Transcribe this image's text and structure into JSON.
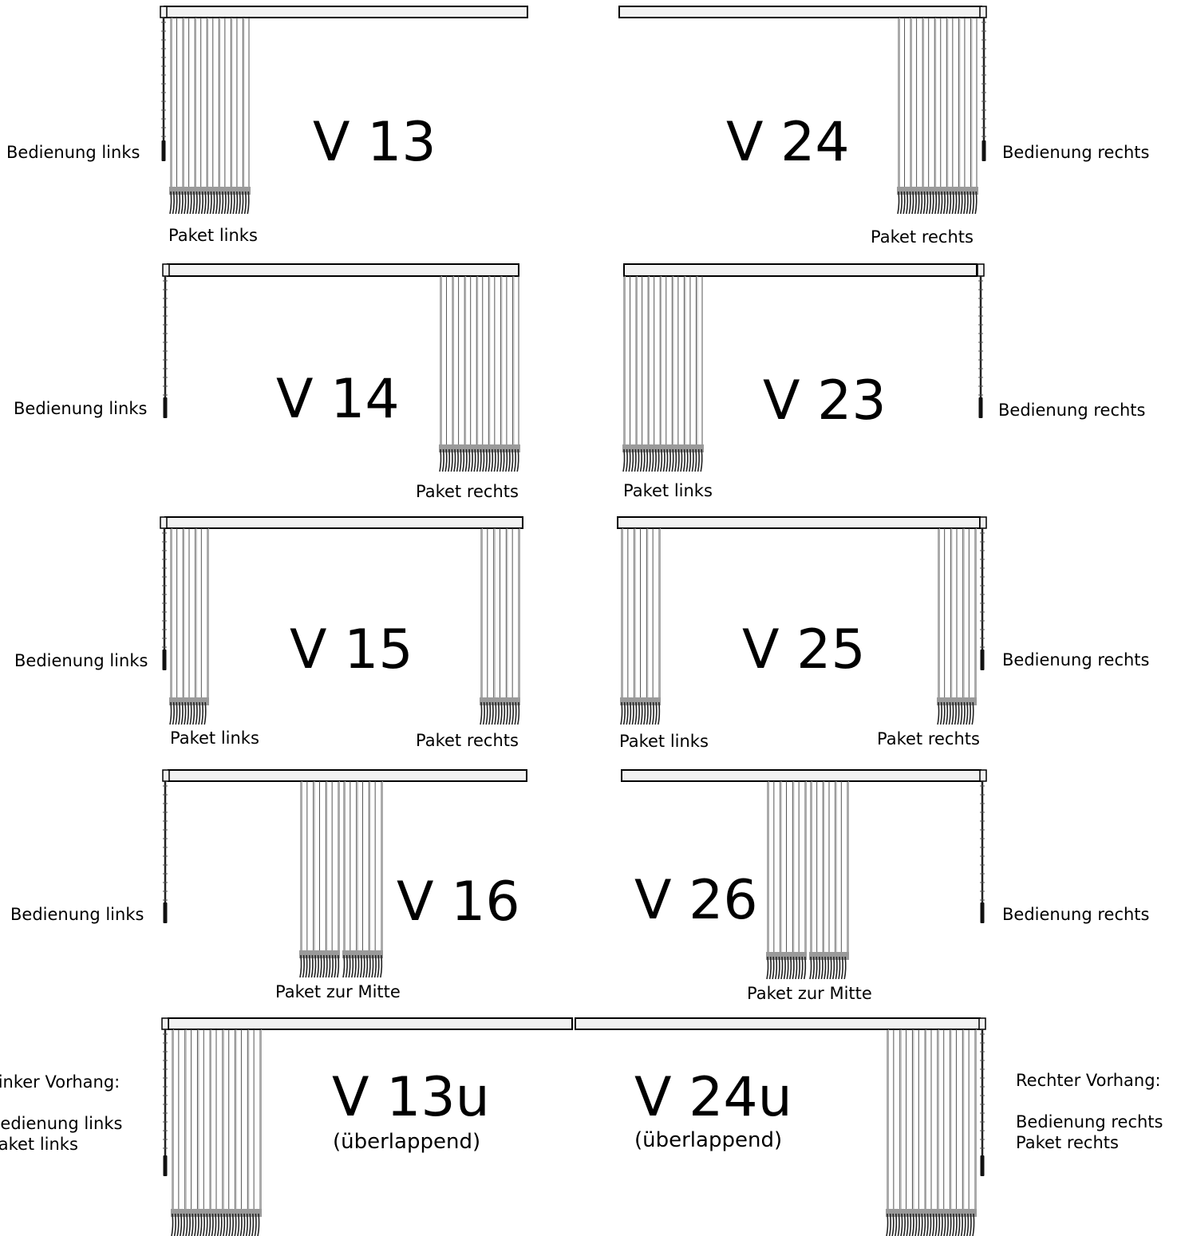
{
  "variants": [
    {
      "code": "V 13",
      "control": "Bedienung links",
      "packets": [
        "Paket links"
      ]
    },
    {
      "code": "V 24",
      "control": "Bedienung rechts",
      "packets": [
        "Paket rechts"
      ]
    },
    {
      "code": "V 14",
      "control": "Bedienung links",
      "packets": [
        "Paket rechts"
      ]
    },
    {
      "code": "V 23",
      "control": "Bedienung rechts",
      "packets": [
        "Paket links"
      ]
    },
    {
      "code": "V 15",
      "control": "Bedienung links",
      "packets": [
        "Paket links",
        "Paket rechts"
      ]
    },
    {
      "code": "V 25",
      "control": "Bedienung rechts",
      "packets": [
        "Paket links",
        "Paket rechts"
      ]
    },
    {
      "code": "V 16",
      "control": "Bedienung links",
      "packets": [
        "Paket zur Mitte"
      ]
    },
    {
      "code": "V 26",
      "control": "Bedienung rechts",
      "packets": [
        "Paket zur Mitte"
      ]
    },
    {
      "code": "V 13u",
      "subtitle": "(überlappend)",
      "note": {
        "title": "Linker Vorhang:",
        "lines": [
          "Bedienung links",
          "Paket links"
        ]
      }
    },
    {
      "code": "V 24u",
      "subtitle": "(überlappend)",
      "note": {
        "title": "Rechter Vorhang:",
        "lines": [
          "Bedienung rechts",
          "Paket rechts"
        ]
      }
    }
  ]
}
